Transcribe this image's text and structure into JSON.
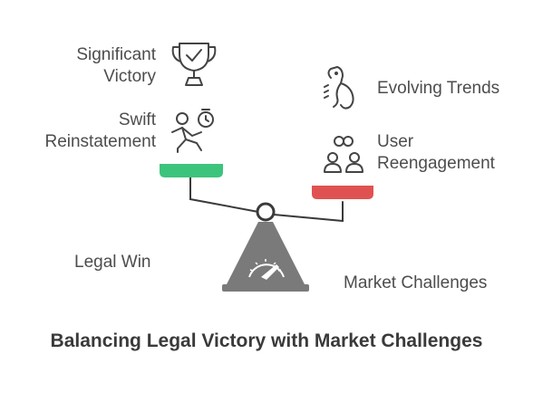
{
  "left": {
    "items": [
      {
        "line1": "Significant",
        "line2": "Victory",
        "icon": "trophy-icon"
      },
      {
        "line1": "Swift",
        "line2": "Reinstatement",
        "icon": "runner-stopwatch-icon"
      }
    ],
    "pan_color": "#3cc47c",
    "caption": "Legal Win"
  },
  "right": {
    "items": [
      {
        "line1": "Evolving Trends",
        "icon": "seahorse-icon"
      },
      {
        "line1": "User",
        "line2": "Reengagement",
        "icon": "users-link-icon"
      }
    ],
    "pan_color": "#e05252",
    "caption": "Market Challenges"
  },
  "title": "Balancing Legal Victory with Market Challenges"
}
